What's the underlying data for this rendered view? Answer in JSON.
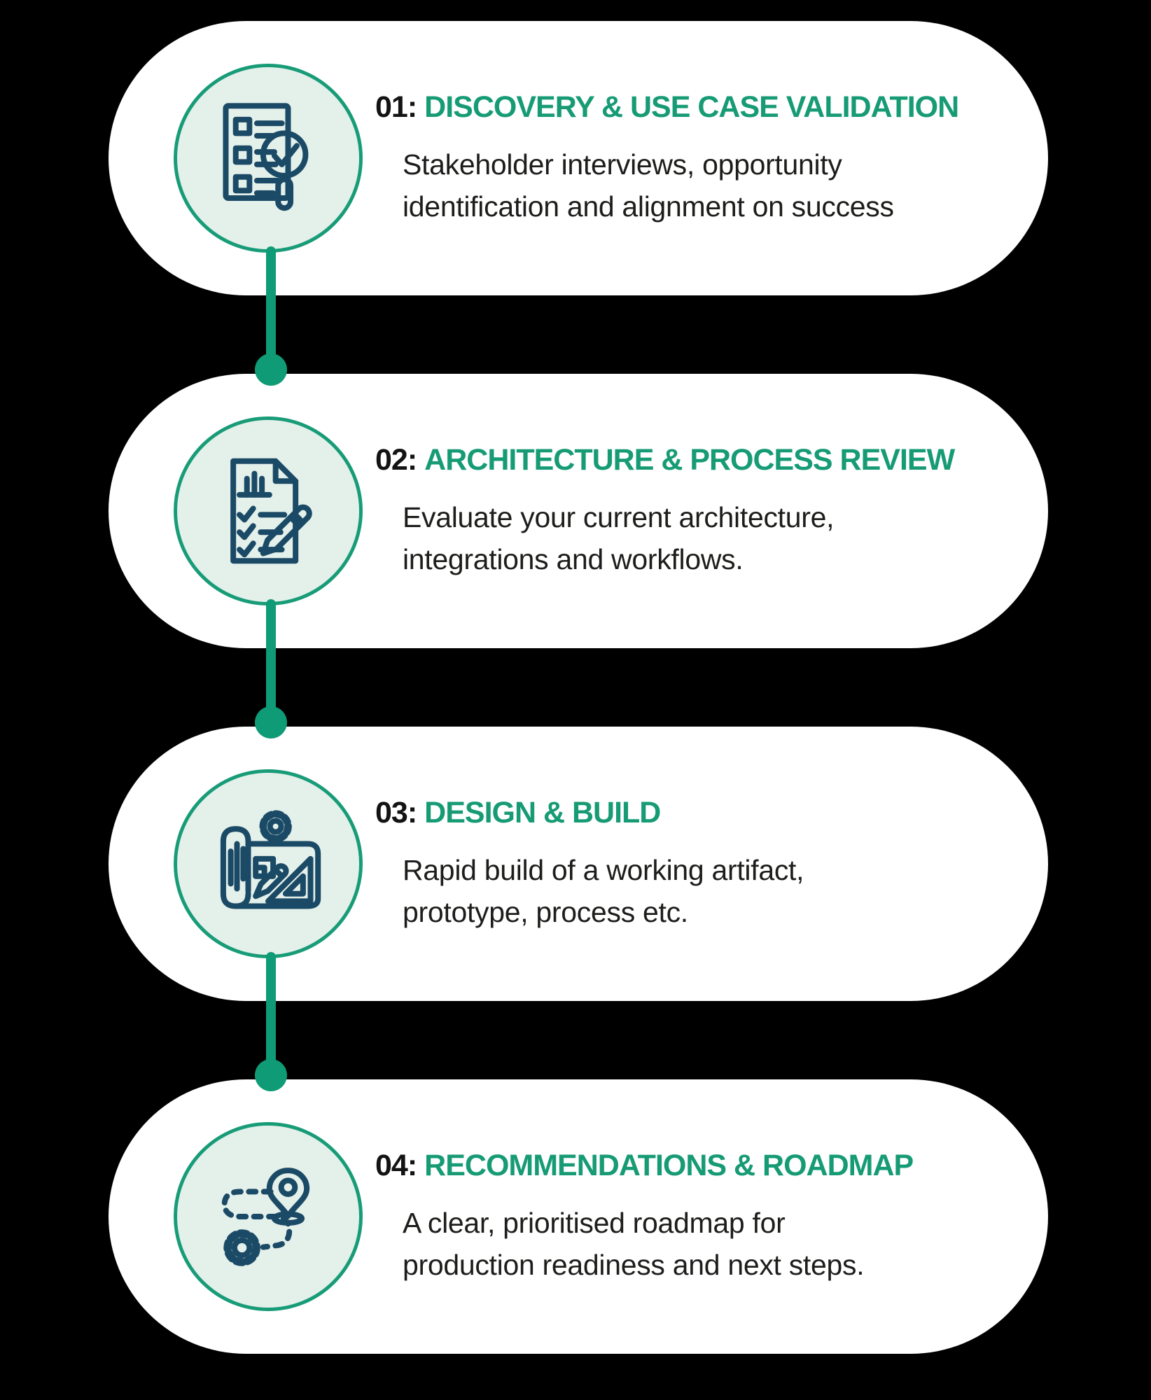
{
  "colors": {
    "background": "#000000",
    "card_background": "#FFFFFF",
    "title_green": "#169B75",
    "connector_green": "#0F9B76",
    "icon_circle_fill": "#E4F0EA",
    "icon_circle_stroke": "#189C78",
    "icon_navy": "#1B4A66",
    "body_text": "#1D1D1B",
    "step_number_text": "#131313"
  },
  "steps": [
    {
      "prefix": "01:",
      "title": "DISCOVERY & USE CASE VALIDATION",
      "desc_line1": "Stakeholder interviews, opportunity",
      "desc_line2": "identification and alignment on success",
      "icon": "checklist-magnifier-icon"
    },
    {
      "prefix": "02:",
      "title": "ARCHITECTURE & PROCESS REVIEW",
      "desc_line1": "Evaluate your current architecture,",
      "desc_line2": "integrations and workflows.",
      "icon": "document-pencil-icon"
    },
    {
      "prefix": "03:",
      "title": "DESIGN & BUILD",
      "desc_line1": "Rapid build of a working artifact,",
      "desc_line2": "prototype, process etc.",
      "icon": "blueprint-design-icon"
    },
    {
      "prefix": "04:",
      "title": "RECOMMENDATIONS & ROADMAP",
      "desc_line1": "A clear, prioritised roadmap for",
      "desc_line2": "production readiness and next steps.",
      "icon": "roadmap-pin-gear-icon"
    }
  ]
}
